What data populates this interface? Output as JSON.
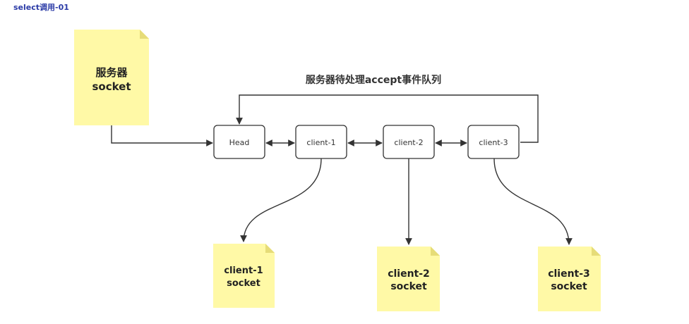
{
  "page_title": "select调用-01",
  "queue_label": "服务器待处理accept事件队列",
  "server_note": {
    "line1": "服务器",
    "line2": "socket"
  },
  "nodes": [
    {
      "label": "Head"
    },
    {
      "label": "client-1"
    },
    {
      "label": "client-2"
    },
    {
      "label": "client-3"
    }
  ],
  "client_notes": [
    {
      "line1": "client-1",
      "line2": "socket"
    },
    {
      "line1": "client-2",
      "line2": "socket"
    },
    {
      "line1": "client-3",
      "line2": "socket"
    }
  ],
  "colors": {
    "note_fill": "#fff9a6",
    "stroke": "#333333",
    "title": "#2a3aa6"
  }
}
